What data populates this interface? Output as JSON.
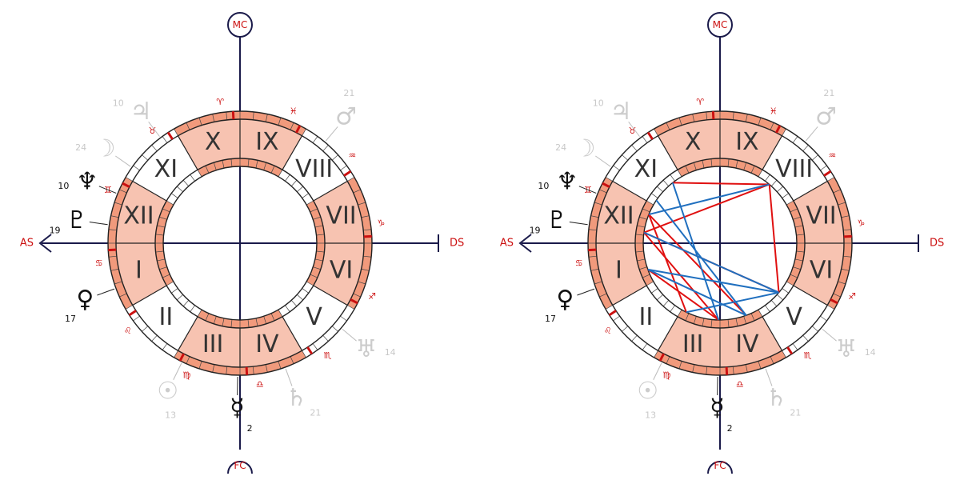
{
  "colors": {
    "axis": "#1a1a4a",
    "label_red": "#cc1111",
    "highlight": "#f7c3b1",
    "band_highlight": "#f19a7c",
    "aspect_red": "#e01010",
    "aspect_blue": "#1f6fbf",
    "faded_glyph": "#cccccc",
    "dark_glyph": "#111111"
  },
  "axes": {
    "as": "AS",
    "ds": "DS",
    "mc": "MC",
    "fc": "FC"
  },
  "houses": [
    {
      "numeral": "I",
      "highlighted": true
    },
    {
      "numeral": "II",
      "highlighted": false
    },
    {
      "numeral": "III",
      "highlighted": true
    },
    {
      "numeral": "IV",
      "highlighted": true
    },
    {
      "numeral": "V",
      "highlighted": false
    },
    {
      "numeral": "VI",
      "highlighted": true
    },
    {
      "numeral": "VII",
      "highlighted": true
    },
    {
      "numeral": "VIII",
      "highlighted": false
    },
    {
      "numeral": "IX",
      "highlighted": true
    },
    {
      "numeral": "X",
      "highlighted": true
    },
    {
      "numeral": "XI",
      "highlighted": false
    },
    {
      "numeral": "XII",
      "highlighted": true
    }
  ],
  "signs": [
    {
      "symbol": "♈",
      "angle": 98
    },
    {
      "symbol": "♉",
      "angle": 128
    },
    {
      "symbol": "♊",
      "angle": 158
    },
    {
      "symbol": "♋",
      "angle": 188
    },
    {
      "symbol": "♌",
      "angle": 218
    },
    {
      "symbol": "♍",
      "angle": 248
    },
    {
      "symbol": "♎",
      "angle": 278
    },
    {
      "symbol": "♏",
      "angle": 308
    },
    {
      "symbol": "♐",
      "angle": 338
    },
    {
      "symbol": "♑",
      "angle": 8
    },
    {
      "symbol": "♒",
      "angle": 38
    },
    {
      "symbol": "♓",
      "angle": 68
    }
  ],
  "planets": [
    {
      "name": "jupiter",
      "symbol": "♃",
      "degree": "10",
      "faded": true,
      "angle": 127
    },
    {
      "name": "moon",
      "symbol": "☽",
      "degree": "24",
      "faded": true,
      "angle": 145
    },
    {
      "name": "neptune",
      "symbol": "♆",
      "degree": "10",
      "faded": false,
      "angle": 158
    },
    {
      "name": "pluto",
      "symbol": "♇",
      "degree": "19",
      "faded": false,
      "angle": 172
    },
    {
      "name": "venus",
      "symbol": "♀",
      "degree": "17",
      "faded": false,
      "angle": 200
    },
    {
      "name": "sun",
      "symbol": "☉",
      "degree": "13",
      "faded": true,
      "angle": 244
    },
    {
      "name": "mercury",
      "symbol": "☿",
      "degree": "2",
      "faded": false,
      "angle": 269
    },
    {
      "name": "saturn",
      "symbol": "♄",
      "degree": "21",
      "faded": true,
      "angle": 290
    },
    {
      "name": "uranus",
      "symbol": "♅",
      "degree": "14",
      "faded": true,
      "angle": 320
    },
    {
      "name": "mars",
      "symbol": "♂",
      "degree": "21",
      "faded": true,
      "angle": 50
    }
  ],
  "aspect_points": [
    128,
    146,
    158,
    172,
    200,
    244,
    269,
    290,
    320,
    50
  ],
  "aspects": [
    {
      "a": 0,
      "b": 9,
      "kind": "red"
    },
    {
      "a": 9,
      "b": 8,
      "kind": "red"
    },
    {
      "a": 8,
      "b": 3,
      "kind": "red"
    },
    {
      "a": 3,
      "b": 9,
      "kind": "red"
    },
    {
      "a": 2,
      "b": 7,
      "kind": "red"
    },
    {
      "a": 4,
      "b": 6,
      "kind": "red"
    },
    {
      "a": 3,
      "b": 6,
      "kind": "red"
    },
    {
      "a": 2,
      "b": 5,
      "kind": "red"
    },
    {
      "a": 0,
      "b": 6,
      "kind": "blue"
    },
    {
      "a": 2,
      "b": 9,
      "kind": "blue"
    },
    {
      "a": 3,
      "b": 8,
      "kind": "blue"
    },
    {
      "a": 4,
      "b": 8,
      "kind": "blue"
    },
    {
      "a": 1,
      "b": 7,
      "kind": "blue"
    },
    {
      "a": 4,
      "b": 7,
      "kind": "blue"
    },
    {
      "a": 5,
      "b": 8,
      "kind": "blue"
    }
  ]
}
